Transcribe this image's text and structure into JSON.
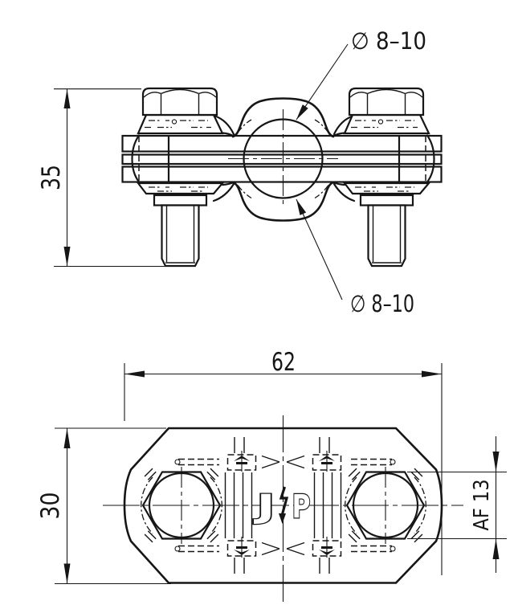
{
  "colors": {
    "ink": "#161616",
    "background": "#ffffff"
  },
  "side_view": {
    "dim_height": "35",
    "label_conductor_top": "∅ 8–10",
    "label_conductor_bottom": "∅ 8–10"
  },
  "plan_view": {
    "dim_width": "62",
    "dim_height": "30",
    "dim_across_flats": "AF 13",
    "logo": {
      "left_letter": "J",
      "right_letter": "P"
    }
  }
}
